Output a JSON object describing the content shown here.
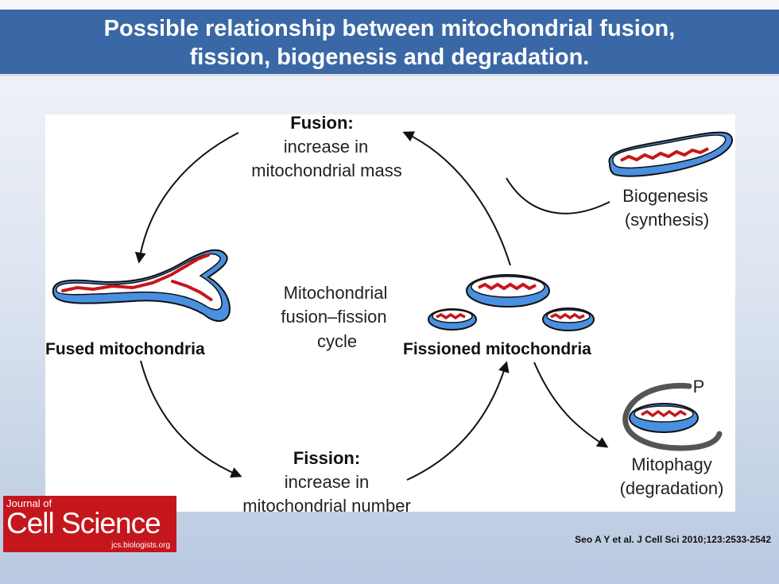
{
  "title": {
    "line1": "Possible relationship between mitochondrial fusion,",
    "line2": "fission, biogenesis and degradation."
  },
  "diagram": {
    "fusion": {
      "heading": "Fusion:",
      "line1": "increase in",
      "line2": "mitochondrial mass"
    },
    "fission": {
      "heading": "Fission:",
      "line1": "increase in",
      "line2": "mitochondrial number"
    },
    "cycle": {
      "line1": "Mitochondrial",
      "line2": "fusion–fission",
      "line3": "cycle"
    },
    "fused": "Fused mitochondria",
    "fissioned": "Fissioned mitochondria",
    "biogenesis": {
      "line1": "Biogenesis",
      "line2": "(synthesis)"
    },
    "mitophagy": {
      "line1": "Mitophagy",
      "line2": "(degradation)"
    },
    "phosphate_label": "P"
  },
  "logo": {
    "line1": "Journal of",
    "line2": "Cell Science",
    "line3": "jcs.biologists.org"
  },
  "citation": "Seo A Y et al. J Cell Sci 2010;123:2533-2542",
  "colors": {
    "title_bar": "#3a68a6",
    "mito_outer": "#4a90e2",
    "mito_inner": "#c8161b",
    "logo_bg": "#c4161c"
  }
}
